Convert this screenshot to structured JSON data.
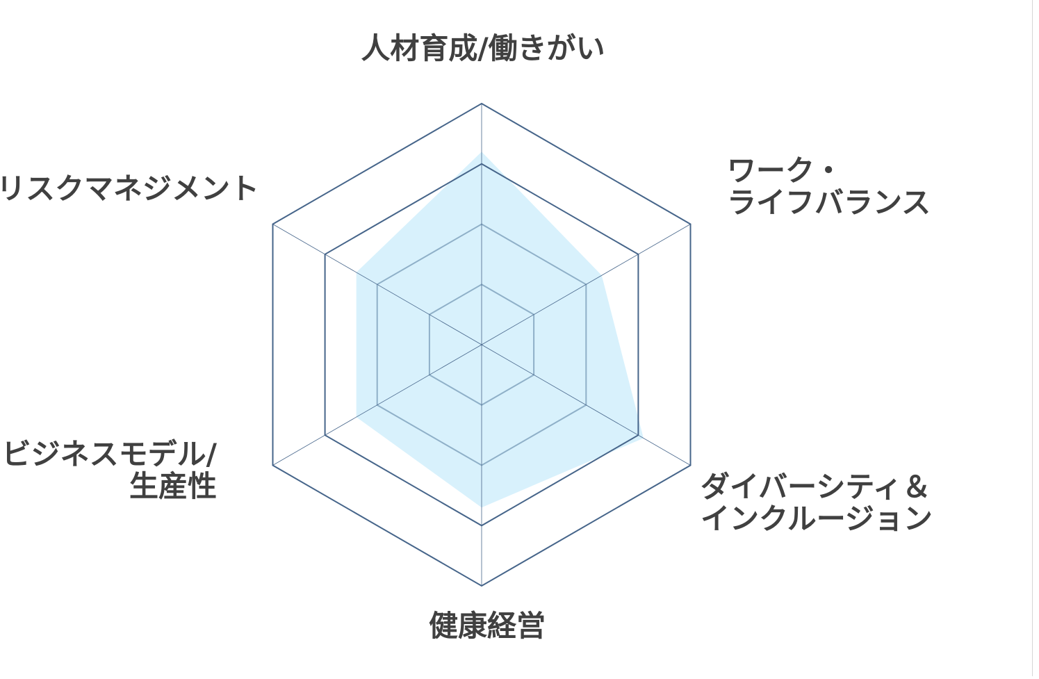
{
  "chart_data": {
    "type": "radar",
    "axes": [
      [
        "人材育成/働きがい"
      ],
      [
        "ワーク・",
        "ライフバランス"
      ],
      [
        "ダイバーシティ＆",
        "インクルージョン"
      ],
      [
        "健康経営"
      ],
      [
        "ビジネスモデル/",
        "生産性"
      ],
      [
        "リスクマネジメント"
      ]
    ],
    "levels": 4,
    "max": 4,
    "series": [
      {
        "values": [
          3.2,
          2.3,
          3.1,
          2.7,
          2.4,
          2.4
        ]
      }
    ],
    "colors": {
      "fill": "#d8f1fc",
      "outer_grid": "#46658a",
      "inner_grid": "#8fb0c8",
      "spoke": "#46658a",
      "label": "#404040",
      "frame": "#d6d6d6"
    }
  }
}
